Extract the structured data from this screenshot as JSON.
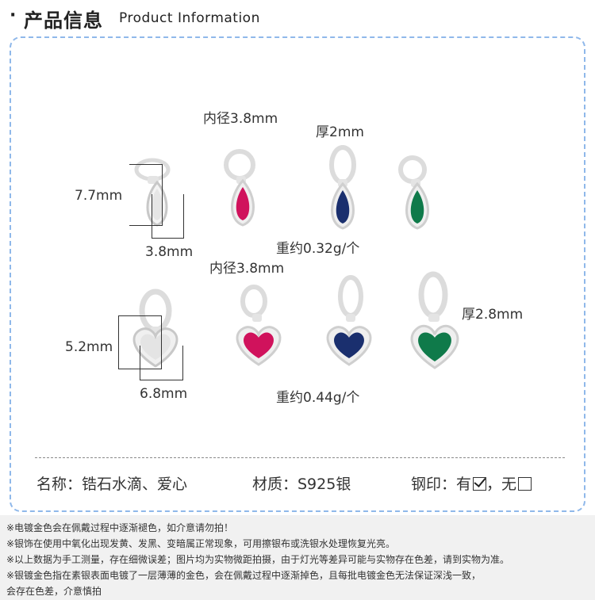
{
  "header": {
    "bullet": "·",
    "title_zh": "产品信息",
    "title_en": "Product Information"
  },
  "annotations": {
    "row1_inner_diameter": "内径3.8mm",
    "row1_thickness": "厚2mm",
    "row1_height": "7.7mm",
    "row1_width": "3.8mm",
    "row1_weight": "重约0.32g/个",
    "row2_inner_diameter": "内径3.8mm",
    "row2_thickness": "厚2.8mm",
    "row2_height": "5.2mm",
    "row2_width": "6.8mm",
    "row2_weight": "重约0.44g/个"
  },
  "pendants": {
    "row1": [
      {
        "shape": "teardrop",
        "stone_color": "#e8e8e8"
      },
      {
        "shape": "teardrop",
        "stone_color": "#d0125c"
      },
      {
        "shape": "teardrop",
        "stone_color": "#1a2f6e"
      },
      {
        "shape": "teardrop",
        "stone_color": "#0f7a4a"
      }
    ],
    "row2": [
      {
        "shape": "heart",
        "stone_color": "#e8e8e8"
      },
      {
        "shape": "heart",
        "stone_color": "#d0125c"
      },
      {
        "shape": "heart",
        "stone_color": "#1a2f6e"
      },
      {
        "shape": "heart",
        "stone_color": "#0f7a4a"
      }
    ]
  },
  "specs": {
    "name": "名称：锆石水滴、爱心",
    "material": "材质：S925银",
    "stamp_label": "钢印：有",
    "stamp_sep": "，无"
  },
  "notes": [
    "※电镀金色会在佩戴过程中逐渐褪色，如介意请勿拍！",
    "※银饰在使用中氧化出现发黄、发黑、变暗属正常现象，可用擦银布或洗银水处理恢复光亮。",
    "※以上数据为手工测量，存在细微误差；图片均为实物微距拍摄，由于灯光等差异可能与实物存在色差，请到实物为准。",
    "※银镀金色指在素银表面电镀了一层薄薄的金色，会在佩戴过程中逐渐掉色，且每批电镀金色无法保证深浅一致，",
    "会存在色差，介意慎拍"
  ],
  "colors": {
    "frame_border": "#8fb8ea",
    "silver": "#d6d6d6",
    "notes_bg": "#f1f1f1"
  }
}
